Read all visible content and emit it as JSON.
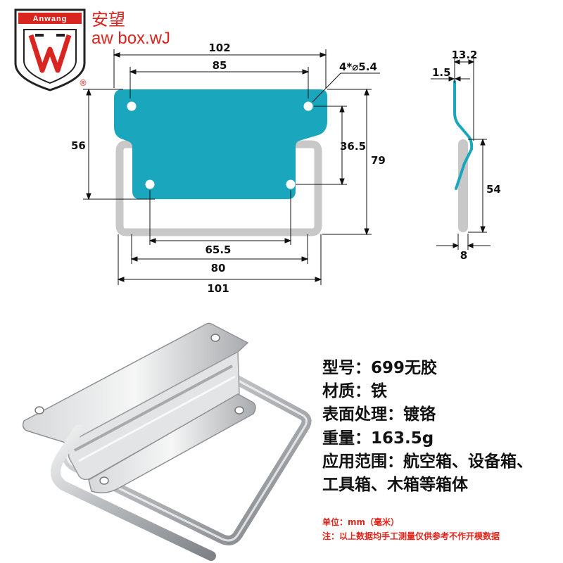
{
  "brand": {
    "logo_word": "Anwang",
    "name_cn": "安望",
    "name_en": "aw box.wJ",
    "registered": "®"
  },
  "front_dims": {
    "width_top": "102",
    "hole_spacing_top": "85",
    "hole_spec": "4*⌀5.4",
    "height_left": "56",
    "hole_vertical": "36.5",
    "height_right": "79",
    "hole_spacing_bottom": "65.5",
    "ring_inner": "80",
    "width_bottom": "101"
  },
  "side_dims": {
    "depth_top": "13.2",
    "thickness": "1.5",
    "height": "54",
    "depth_bottom": "8"
  },
  "specs": [
    "型号：699无胶",
    "材质：铁",
    "表面处理：镀铬",
    "重量：163.5g",
    "应用范围：航空箱、设备箱、",
    "工具箱、木箱等箱体"
  ],
  "notes": {
    "unit": "单位：mm（毫米）",
    "disclaimer": "注：以上数据均手工测量仅供参考不作开模数据"
  },
  "colors": {
    "plate": "#1aa7bd",
    "ring": "#c8c8c8",
    "brand_red": "#d8251f",
    "note_red": "#e1251b"
  }
}
